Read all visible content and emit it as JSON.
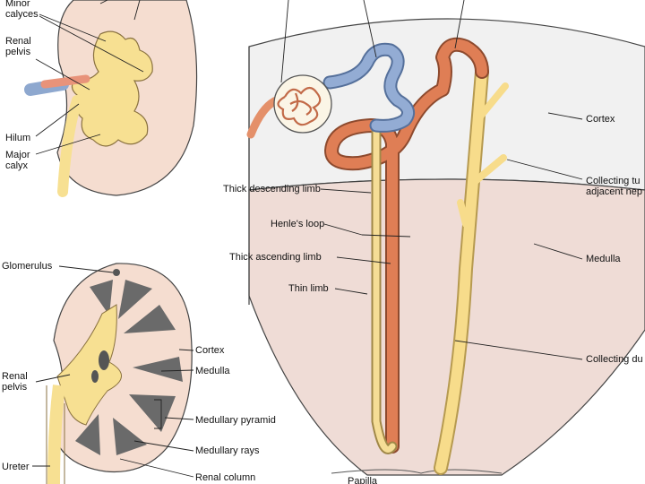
{
  "diagram": {
    "colors": {
      "kidney_fill": "#f5ddd0",
      "pelvis_fill": "#f8e28e",
      "artery": "#e47f52",
      "vein": "#8ea8cf",
      "medulla_bg": "#efdcd6",
      "cortex_bg": "#f1f1f1",
      "pyramid": "#6a6a6a",
      "stroke": "#333333"
    },
    "labels": {
      "minor_calyces": "Minor\ncalyces",
      "renal_pelvis_top": "Renal\npelvis",
      "hilum": "Hilum",
      "major_calyx": "Major\ncalyx",
      "glomerulus": "Glomerulus",
      "renal_pelvis_bottom": "Renal\npelvis",
      "ureter": "Ureter",
      "cortex_kidney": "Cortex",
      "medulla_kidney": "Medulla",
      "medullary_pyramid": "Medullary pyramid",
      "medullary_rays": "Medullary rays",
      "renal_column": "Renal column",
      "cortex_nephron": "Cortex",
      "collecting_tubule": "Collecting tu\nadjacent nep",
      "medulla_nephron": "Medulla",
      "collecting_duct": "Collecting du",
      "thick_descending": "Thick descending limb",
      "henles_loop": "Henle's loop",
      "thick_ascending": "Thick ascending limb",
      "thin_limb": "Thin limb",
      "papilla": "Papilla"
    }
  }
}
